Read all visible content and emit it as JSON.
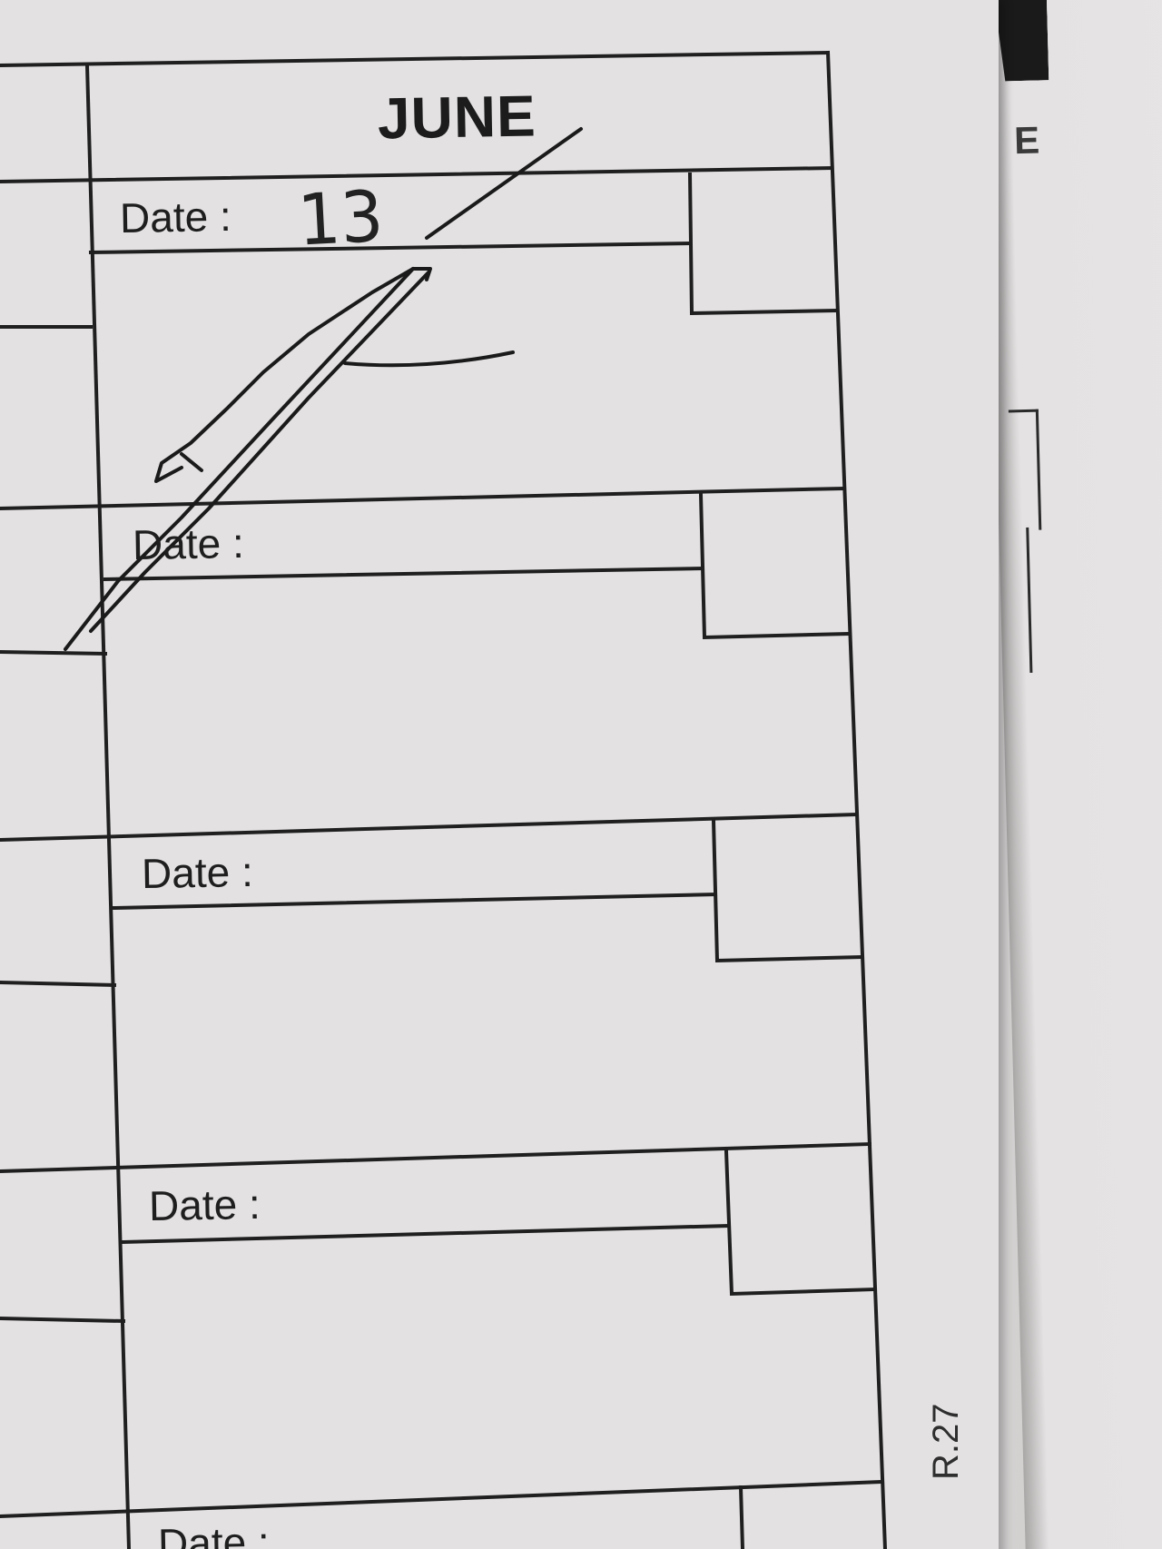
{
  "planner": {
    "month": "JUNE",
    "entries": [
      {
        "label": "Date :",
        "value": "13"
      },
      {
        "label": "Date :",
        "value": ""
      },
      {
        "label": "Date :",
        "value": ""
      },
      {
        "label": "Date :",
        "value": ""
      },
      {
        "label": "Date :",
        "value": ""
      }
    ],
    "print_code": "R.27"
  },
  "back_sheet": {
    "letter": "E"
  }
}
